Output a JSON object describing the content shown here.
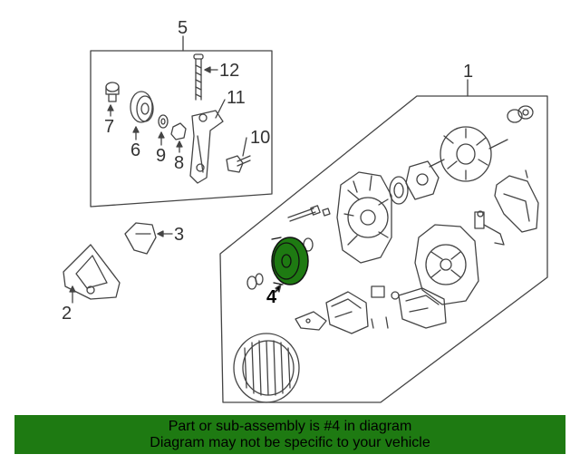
{
  "callouts": {
    "c1": "1",
    "c2": "2",
    "c3": "3",
    "c4": "4",
    "c5": "5",
    "c6": "6",
    "c7": "7",
    "c8": "8",
    "c9": "9",
    "c10": "10",
    "c11": "11",
    "c12": "12"
  },
  "highlight": {
    "part": "4",
    "color": "#1e7a12"
  },
  "banner": {
    "line1": "Part or sub-assembly is #4 in diagram",
    "line2": "Diagram may not be specific to your vehicle",
    "background": "#1e7a12"
  }
}
